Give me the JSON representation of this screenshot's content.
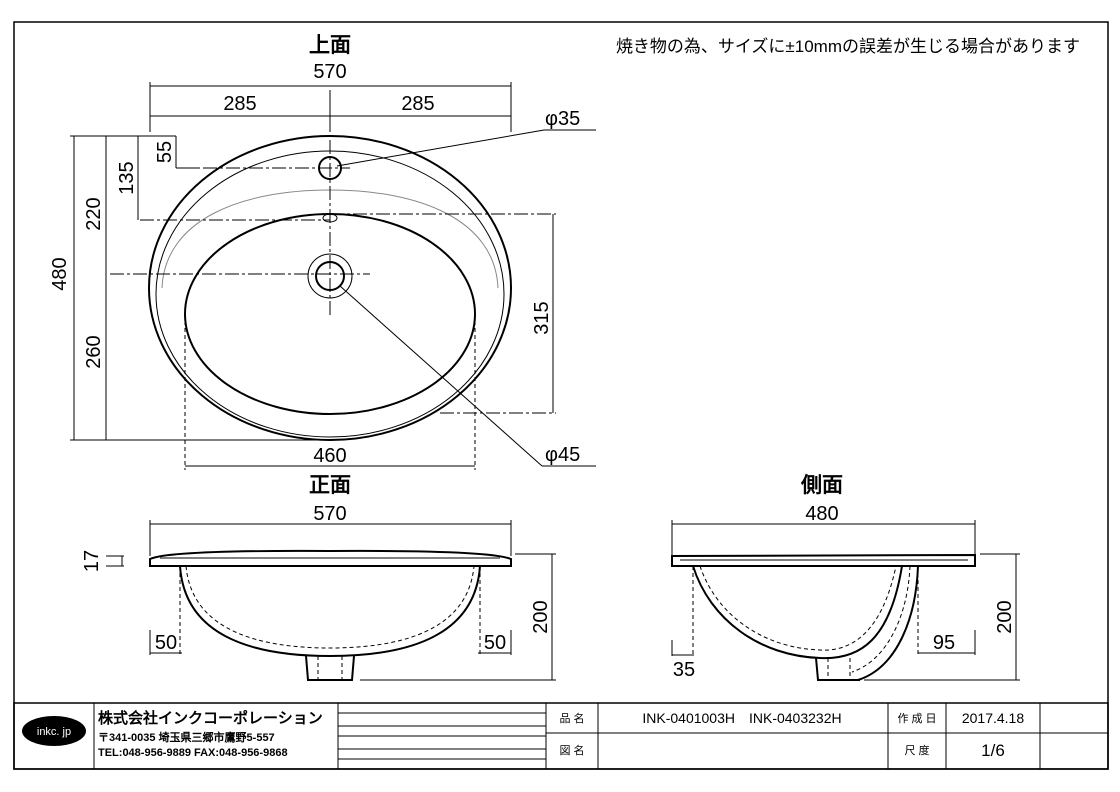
{
  "note": "焼き物の為、サイズに±10mmの誤差が生じる場合があります",
  "views": {
    "top": {
      "title": "上面",
      "dims": {
        "overall_width": "570",
        "half_left": "285",
        "half_right": "285",
        "overall_depth": "480",
        "depth_upper": "220",
        "depth_lower": "260",
        "faucet_hole_offset": "55",
        "faucet_center": "135",
        "bowl_depth": "315",
        "bowl_width": "460",
        "faucet_hole_dia": "φ35",
        "drain_dia": "φ45"
      }
    },
    "front": {
      "title": "正面",
      "dims": {
        "width": "570",
        "rim_thickness": "17",
        "height": "200",
        "left_offset": "50",
        "right_offset": "50"
      }
    },
    "side": {
      "title": "側面",
      "dims": {
        "width": "480",
        "height": "200",
        "left_offset": "35",
        "right_offset": "95"
      }
    }
  },
  "title_block": {
    "logo": "inkc. jp",
    "company": "株式会社インクコーポレーション",
    "address": "〒341-0035 埼玉県三郷市鷹野5-557",
    "contact": "TEL:048-956-9889 FAX:048-956-9868",
    "product_label": "品 名",
    "product_value": "INK-0401003H　INK-0403232H",
    "drawing_label": "図 名",
    "drawing_value": "",
    "date_label": "作 成 日",
    "date_value": "2017.4.18",
    "scale_label": "尺 度",
    "scale_value": "1/6"
  }
}
